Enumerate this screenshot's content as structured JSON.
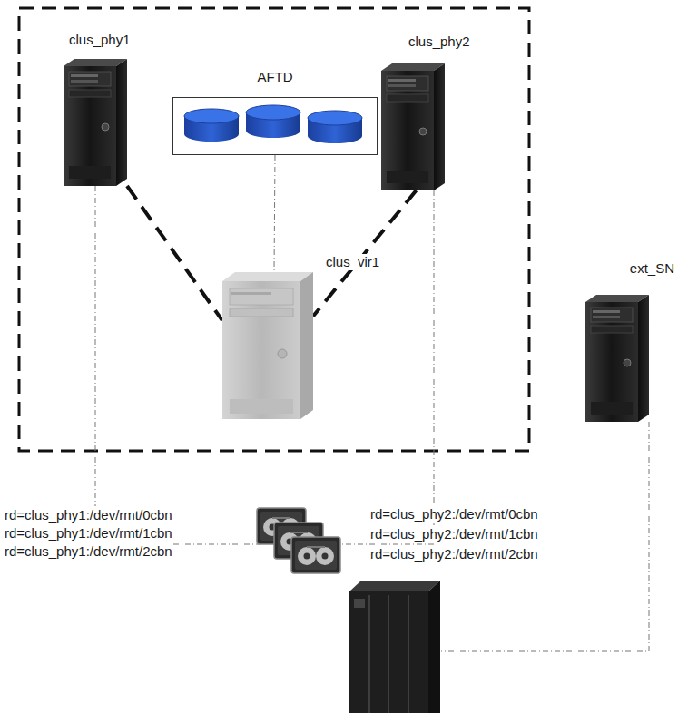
{
  "diagram": {
    "nodes": [
      {
        "text": [
          "clus_phy1"
        ]
      },
      {
        "text": [
          "AFTD"
        ]
      },
      {
        "text": [
          "clus_phy2"
        ]
      },
      {
        "text": [
          "clus_vir1"
        ]
      },
      {
        "text": [
          "ext_SN"
        ]
      }
    ],
    "edges": [
      {
        "from": 0,
        "to": 3,
        "arrow": "none"
      },
      {
        "from": 2,
        "to": 3,
        "arrow": "none"
      },
      {
        "from": 1,
        "to": 3,
        "arrow": "none"
      }
    ],
    "labels": [
      "rd=clus_phy1:/dev/rmt/0cbn",
      "rd=clus_phy1:/dev/rmt/1cbn",
      "rd=clus_phy1:/dev/rmt/2cbn",
      "rd=clus_phy2:/dev/rmt/0cbn",
      "rd=clus_phy2:/dev/rmt/1cbn",
      "rd=clus_phy2:/dev/rmt/2cbn"
    ]
  }
}
